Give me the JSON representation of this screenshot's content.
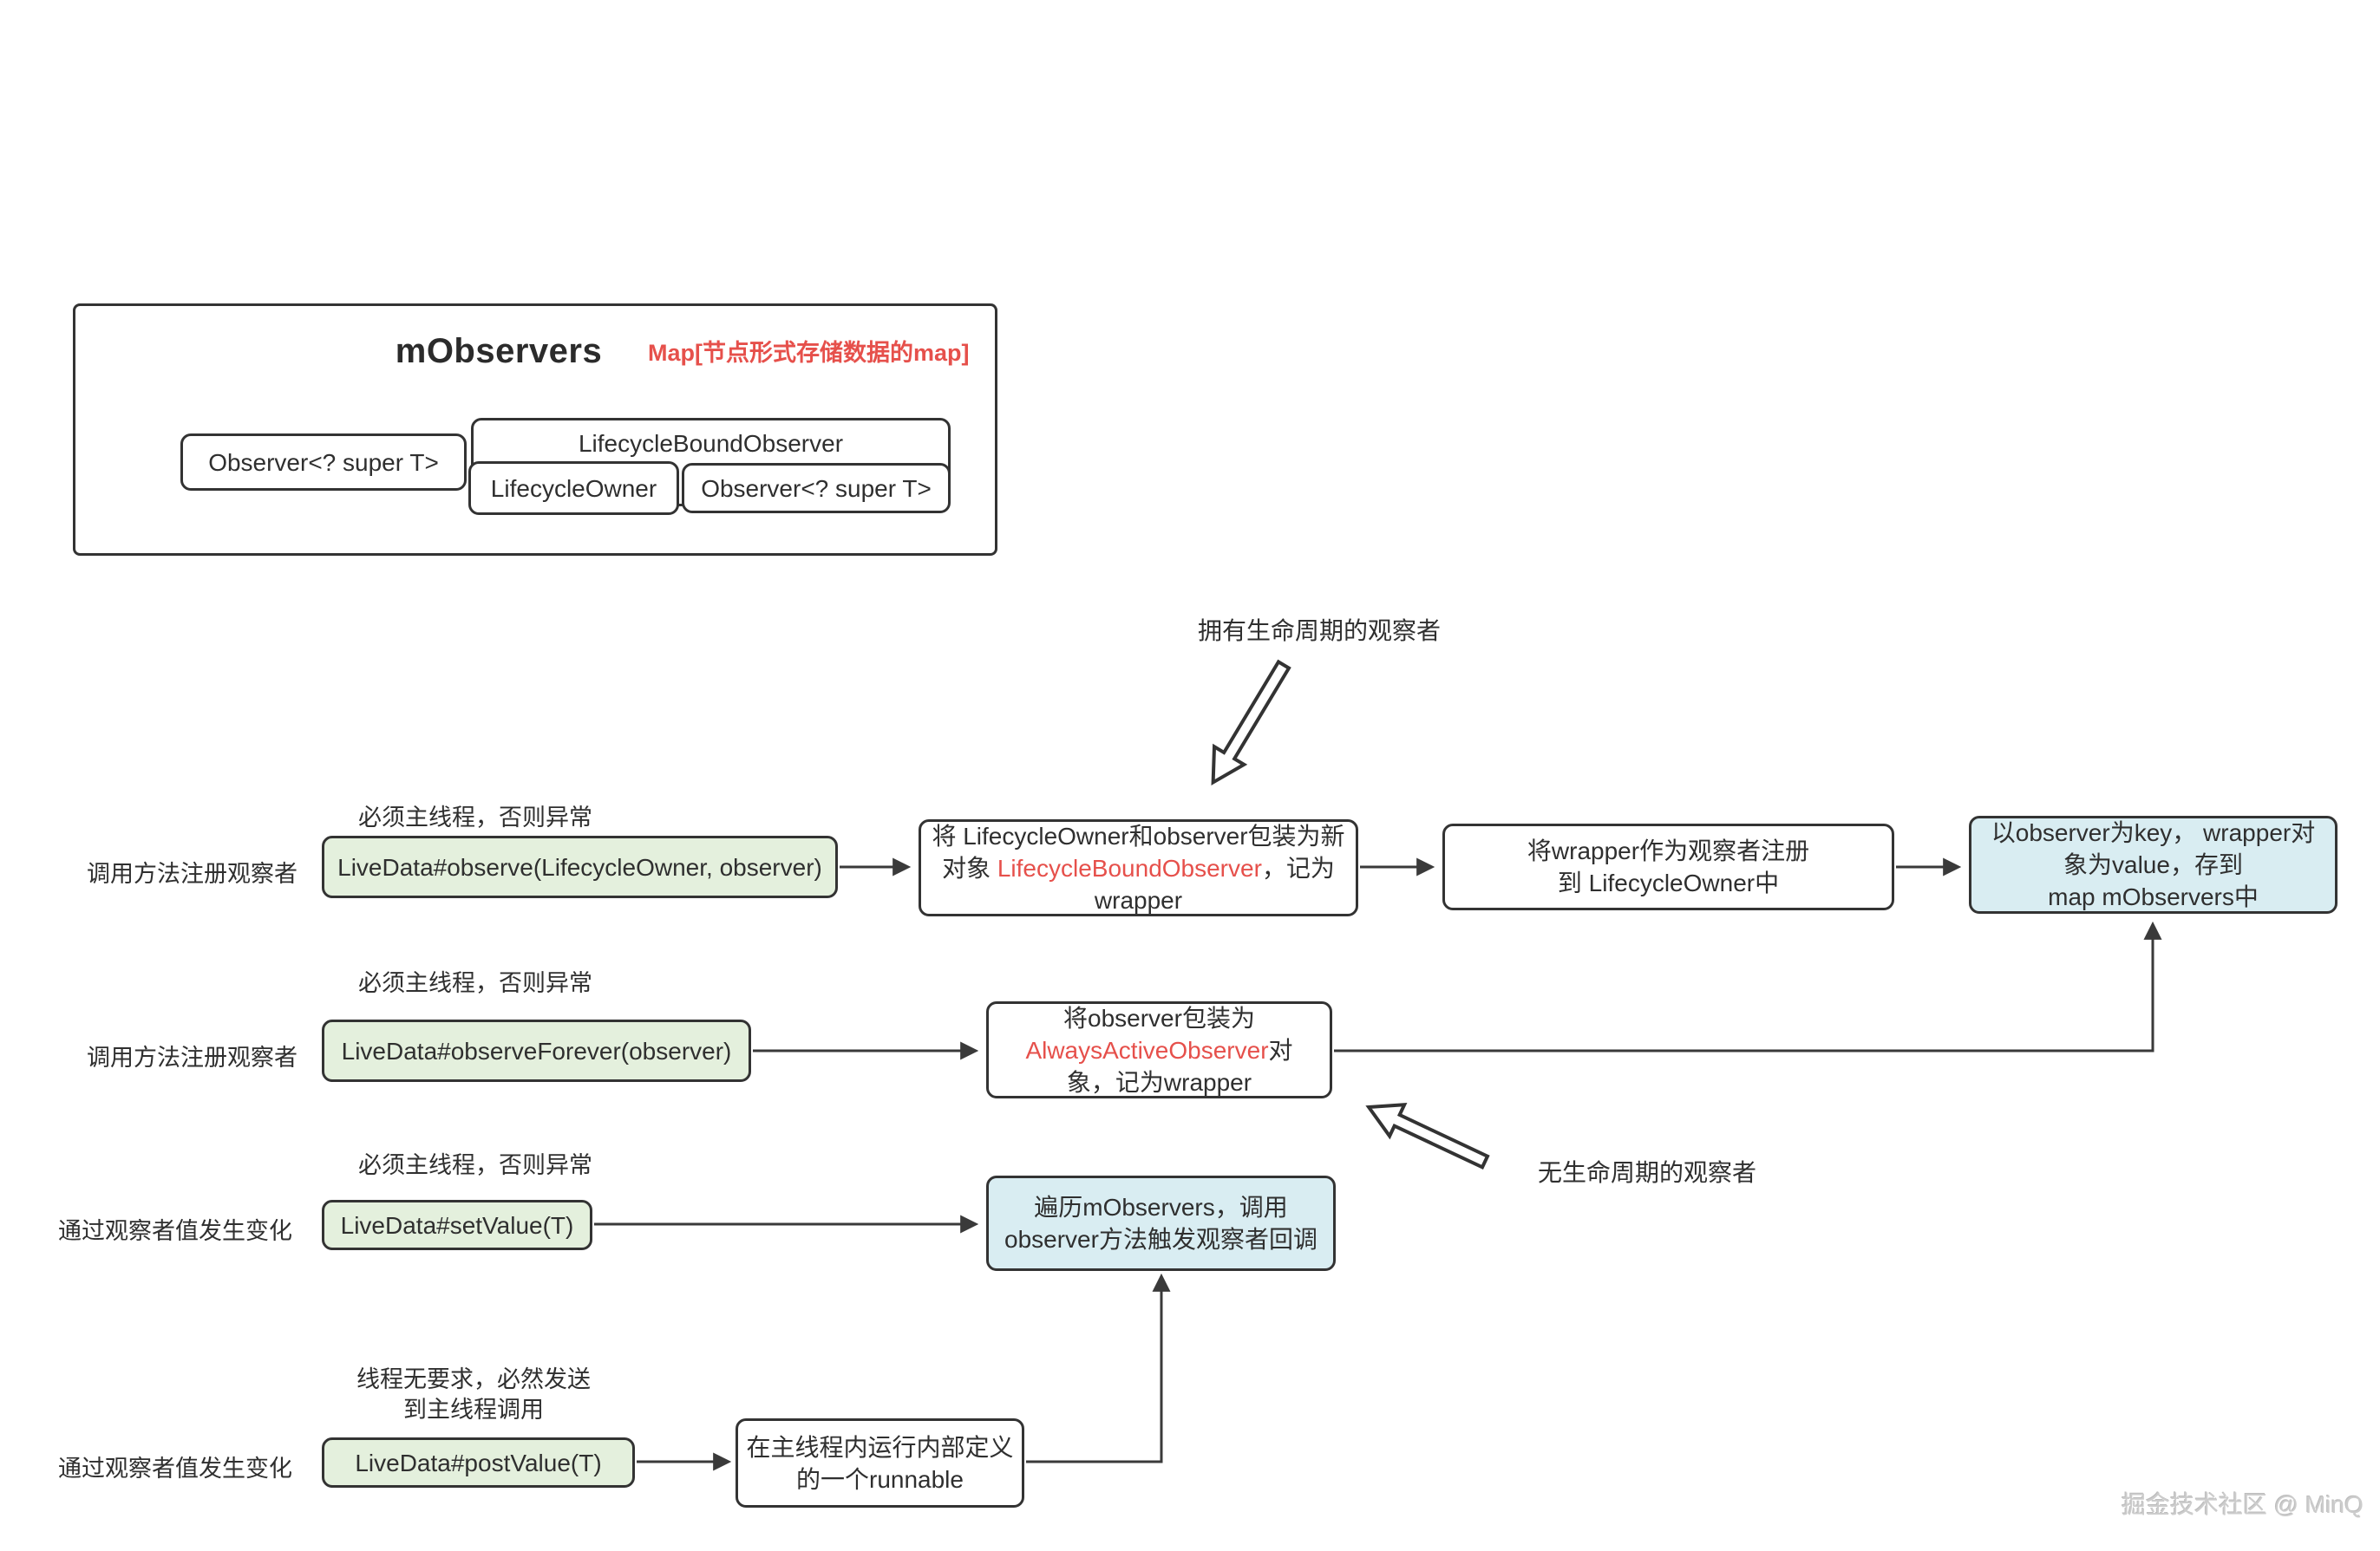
{
  "colors": {
    "green": "#e4f0dd",
    "blue": "#d9edf2",
    "red": "#e6504b",
    "border": "#333333",
    "line": "#3a3a3a",
    "watermark": "#cccccc"
  },
  "panel": {
    "title": "mObservers",
    "map_note": "Map[节点形式存储数据的map]",
    "observer_left": "Observer<? super T>",
    "lbo_title": "LifecycleBoundObserver",
    "owner": "LifecycleOwner",
    "observer_right": "Observer<? super T>"
  },
  "ann": {
    "lifecycle": "拥有生命周期的观察者",
    "no_lifecycle": "无生命周期的观察者"
  },
  "r1": {
    "label": "调用方法注册观察者",
    "note": "必须主线程，否则异常",
    "method": "LiveData#observe(LifecycleOwner, observer)",
    "s1l1": "将 LifecycleOwner和observer包装为新",
    "s1l2a": "对象 ",
    "s1l2r": "LifecycleBoundObserver",
    "s1l2b": "，记为",
    "s1l3": "wrapper",
    "s2l1": "将wrapper作为观察者注册",
    "s2l2": "到 LifecycleOwner中",
    "s3l1": "以observer为key， wrapper对",
    "s3l2": "象为value，存到",
    "s3l3": "map mObservers中"
  },
  "r2": {
    "label": "调用方法注册观察者",
    "note": "必须主线程，否则异常",
    "method": "LiveData#observeForever(observer)",
    "s1l1": "将observer包装为",
    "s1l2r": "AlwaysActiveObserver",
    "s1l2b": "对",
    "s1l3": "象，记为wrapper"
  },
  "r3": {
    "label": "通过观察者值发生变化",
    "note": "必须主线程，否则异常",
    "method": "LiveData#setValue(T)",
    "s1l1": "遍历mObservers，调用",
    "s1l2": "observer方法触发观察者回调"
  },
  "r4": {
    "label": "通过观察者值发生变化",
    "note1": "线程无要求，必然发送",
    "note2": "到主线程调用",
    "method": "LiveData#postValue(T)",
    "s1l1": "在主线程内运行内部定义",
    "s1l2": "的一个runnable"
  },
  "watermark": "掘金技术社区 @ MinQ"
}
